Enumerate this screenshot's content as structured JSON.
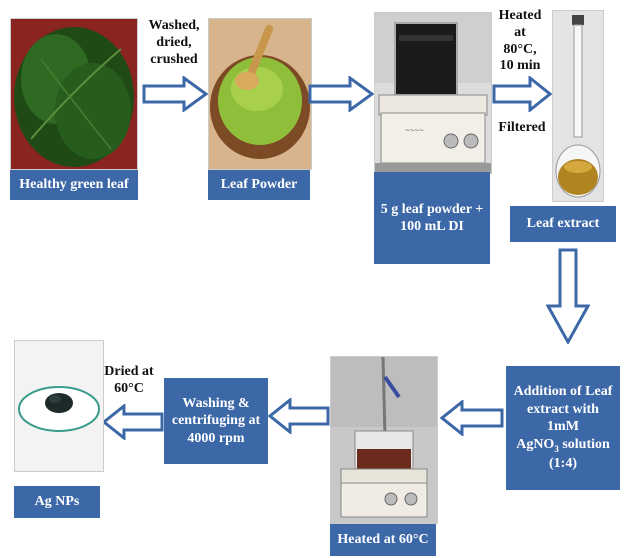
{
  "steps": {
    "leaf_label": "Healthy green leaf",
    "powder_label": "Leaf  Powder",
    "mix_label_line1": "5 g leaf powder +",
    "mix_label_line2": "100 mL DI",
    "extract_label": "Leaf extract",
    "addition_line1": "Addition of Leaf",
    "addition_line2": "extract with 1mM",
    "addition_line3_pre": "AgNO",
    "addition_line3_sub": "3",
    "addition_line3_post": " solution",
    "addition_line4": "(1:4)",
    "heated_label": "Heated at 60°C",
    "washing_line1": "Washing &",
    "washing_line2": "centrifuging at",
    "washing_line3": "4000 rpm",
    "agnps_label": "Ag NPs"
  },
  "notes": {
    "wash_line1": "Washed,",
    "wash_line2": "dried,",
    "wash_line3": "crushed",
    "heat_line1": "Heated at",
    "heat_line2": "80°C,",
    "heat_line3": "10 min",
    "filtered": "Filtered",
    "dry_line1": "Dried at",
    "dry_line2": "60°C"
  },
  "colors": {
    "label_bg": "#3c68a8",
    "arrow_stroke": "#3c68a8",
    "arrow_fill": "#ffffff"
  }
}
